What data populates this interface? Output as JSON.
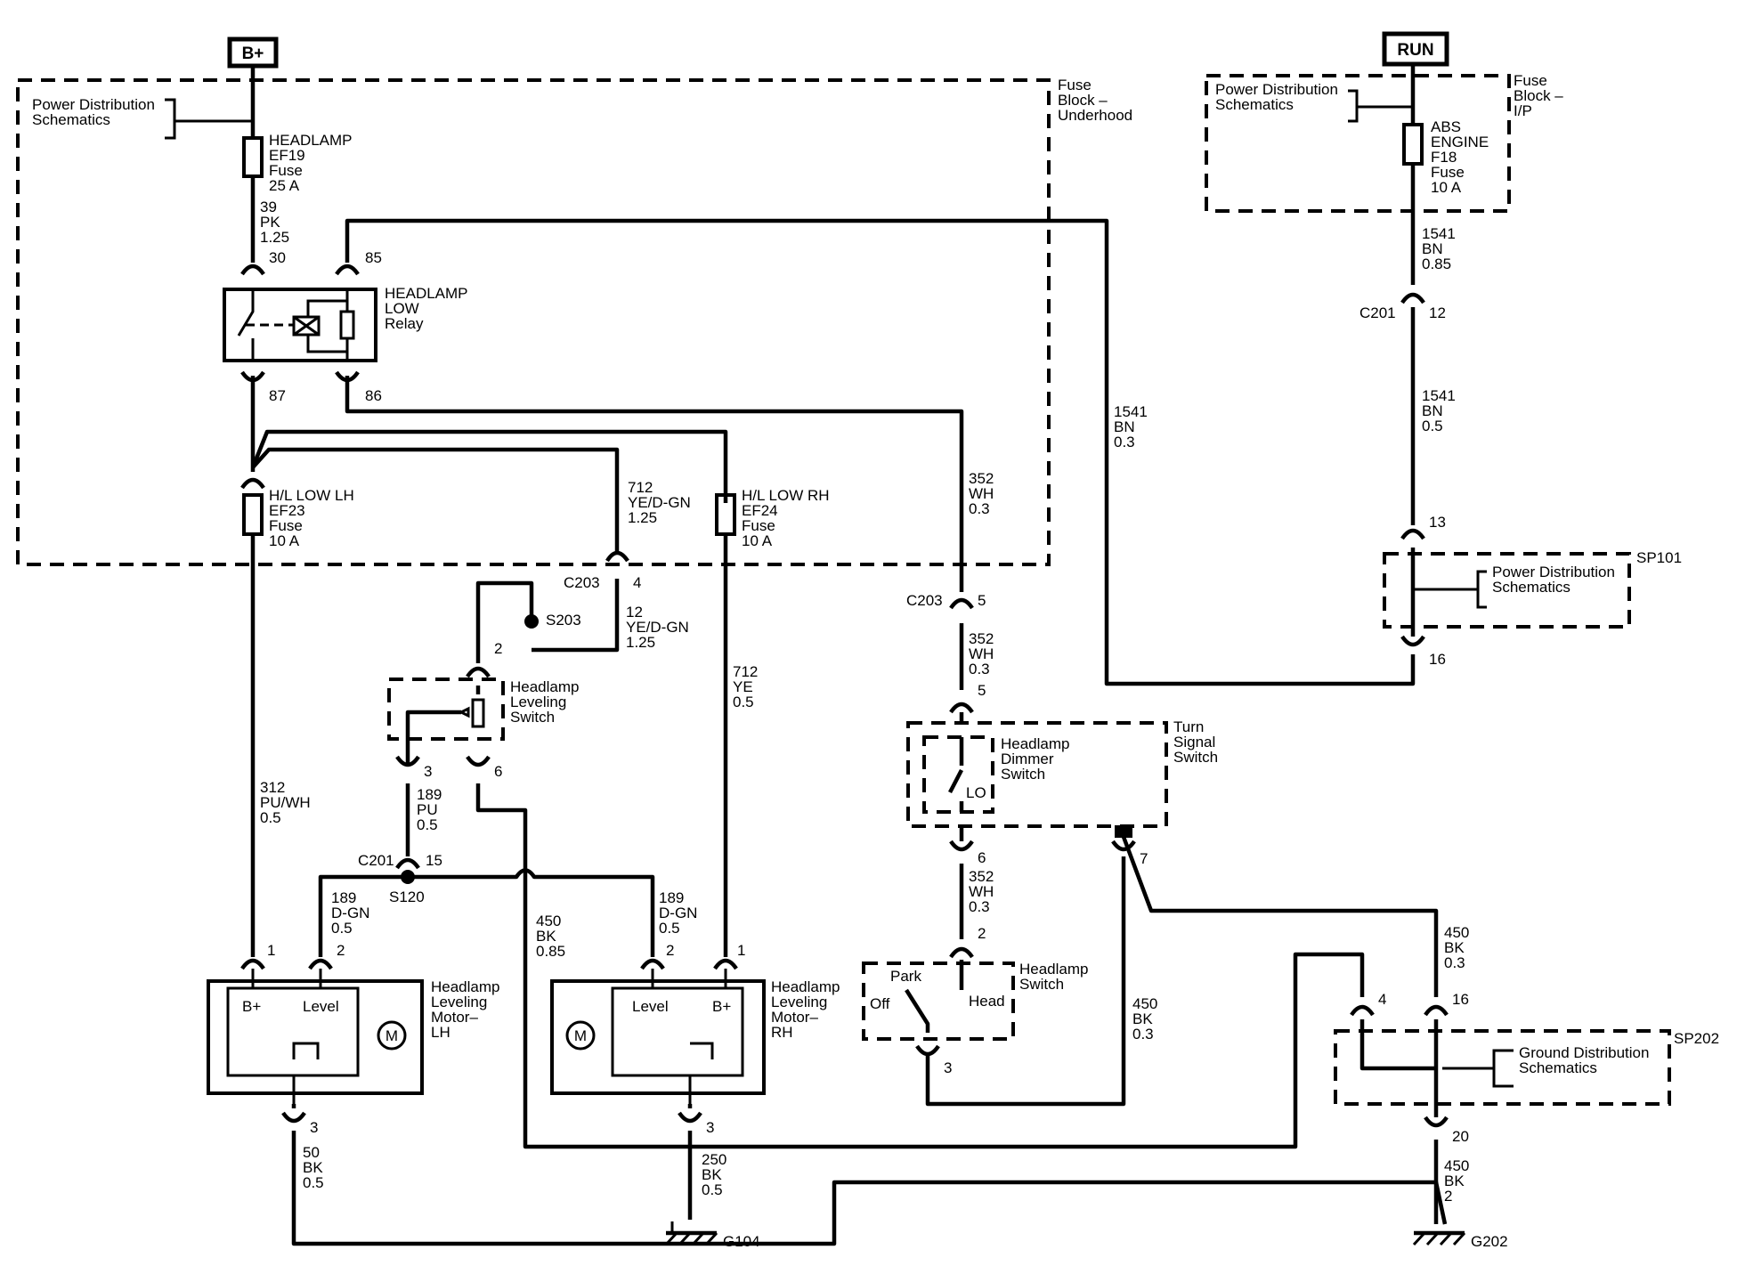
{
  "power_sources": {
    "battery": "B+",
    "run": "RUN"
  },
  "fuse_blocks": {
    "underhood": [
      "Fuse",
      "Block –",
      "Underhood"
    ],
    "ip": [
      "Fuse",
      "Block –",
      "I/P"
    ]
  },
  "power_distribution": [
    "Power Distribution",
    "Schematics"
  ],
  "ground_distribution": [
    "Ground Distribution",
    "Schematics"
  ],
  "fuses": {
    "ef19": [
      "HEADLAMP",
      "EF19",
      "Fuse",
      "25 A"
    ],
    "f18": [
      "ABS",
      "ENGINE",
      "F18",
      "Fuse",
      "10 A"
    ],
    "ef23": [
      "H/L LOW LH",
      "EF23",
      "Fuse",
      "10 A"
    ],
    "ef24": [
      "H/L LOW RH",
      "EF24",
      "Fuse",
      "10 A"
    ]
  },
  "relay": {
    "label": [
      "HEADLAMP",
      "LOW",
      "Relay"
    ],
    "pins": [
      "30",
      "85",
      "87",
      "86"
    ]
  },
  "wires": {
    "w39": [
      "39",
      "PK",
      "1.25"
    ],
    "w1541a": [
      "1541",
      "BN",
      "0.85"
    ],
    "w1541b": [
      "1541",
      "BN",
      "0.5"
    ],
    "w1541c": [
      "1541",
      "BN",
      "0.3"
    ],
    "w712a": [
      "712",
      "YE/D-GN",
      "1.25"
    ],
    "w12": [
      "12",
      "YE/D-GN",
      "1.25"
    ],
    "w712b": [
      "712",
      "YE",
      "0.5"
    ],
    "w352a": [
      "352",
      "WH",
      "0.3"
    ],
    "w352b": [
      "352",
      "WH",
      "0.3"
    ],
    "w352c": [
      "352",
      "WH",
      "0.3"
    ],
    "w312": [
      "312",
      "PU/WH",
      "0.5"
    ],
    "w189pu": [
      "189",
      "PU",
      "0.5"
    ],
    "w189l": [
      "189",
      "D-GN",
      "0.5"
    ],
    "w189r": [
      "189",
      "D-GN",
      "0.5"
    ],
    "w450a": [
      "450",
      "BK",
      "0.85"
    ],
    "w450b": [
      "450",
      "BK",
      "0.3"
    ],
    "w450c": [
      "450",
      "BK",
      "0.3"
    ],
    "w450d": [
      "450",
      "BK",
      "2"
    ],
    "w50": [
      "50",
      "BK",
      "0.5"
    ],
    "w250": [
      "250",
      "BK",
      "0.5"
    ]
  },
  "connectors": {
    "c201": "C201",
    "c203": "C203",
    "s203": "S203",
    "s120": "S120",
    "sp101": "SP101",
    "sp202": "SP202",
    "g104": "G104",
    "g202": "G202"
  },
  "pins": {
    "c201_12": "12",
    "sp101_13": "13",
    "sp101_16": "16",
    "c203_4": "4",
    "c203_5": "5",
    "tss_5": "5",
    "tss_6": "6",
    "tss_7": "7",
    "hs_2": "2",
    "hs_3": "3",
    "lvs_2": "2",
    "lvs_3": "3",
    "lvs_6": "6",
    "c201_15": "15",
    "mlh_1": "1",
    "mlh_2": "2",
    "mlh_3": "3",
    "mrh_1": "1",
    "mrh_2": "2",
    "mrh_3": "3",
    "sp202_4": "4",
    "sp202_16": "16",
    "sp202_20": "20"
  },
  "components": {
    "leveling_switch": [
      "Headlamp",
      "Leveling",
      "Switch"
    ],
    "turn_signal": [
      "Turn",
      "Signal",
      "Switch"
    ],
    "dimmer": [
      "Headlamp",
      "Dimmer",
      "Switch"
    ],
    "dimmer_lo": "LO",
    "headlamp_switch": [
      "Headlamp",
      "Switch"
    ],
    "hs_positions": {
      "park": "Park",
      "off": "Off",
      "head": "Head"
    },
    "motor_lh": [
      "Headlamp",
      "Leveling",
      "Motor–",
      "LH"
    ],
    "motor_rh": [
      "Headlamp",
      "Leveling",
      "Motor–",
      "RH"
    ],
    "motor_pins": {
      "bplus": "B+",
      "level": "Level",
      "motor": "M"
    }
  }
}
